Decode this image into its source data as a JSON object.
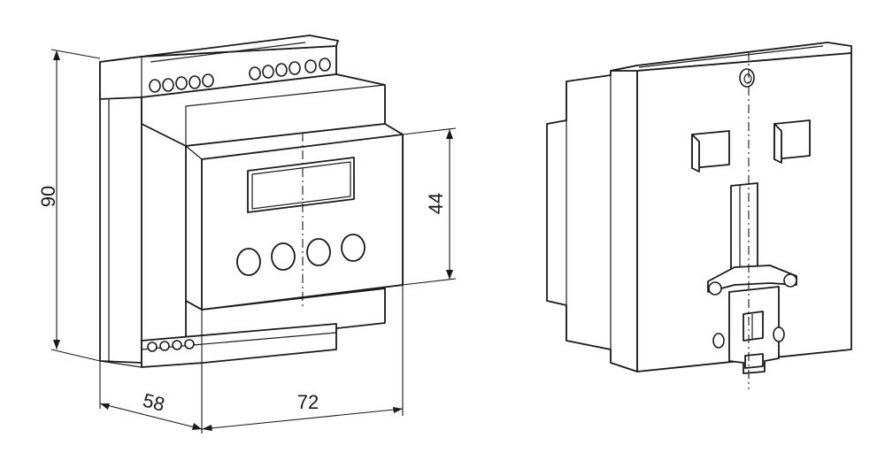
{
  "drawing": {
    "dimensions": {
      "height": "90",
      "front_height": "44",
      "depth": "58",
      "width": "72"
    }
  }
}
